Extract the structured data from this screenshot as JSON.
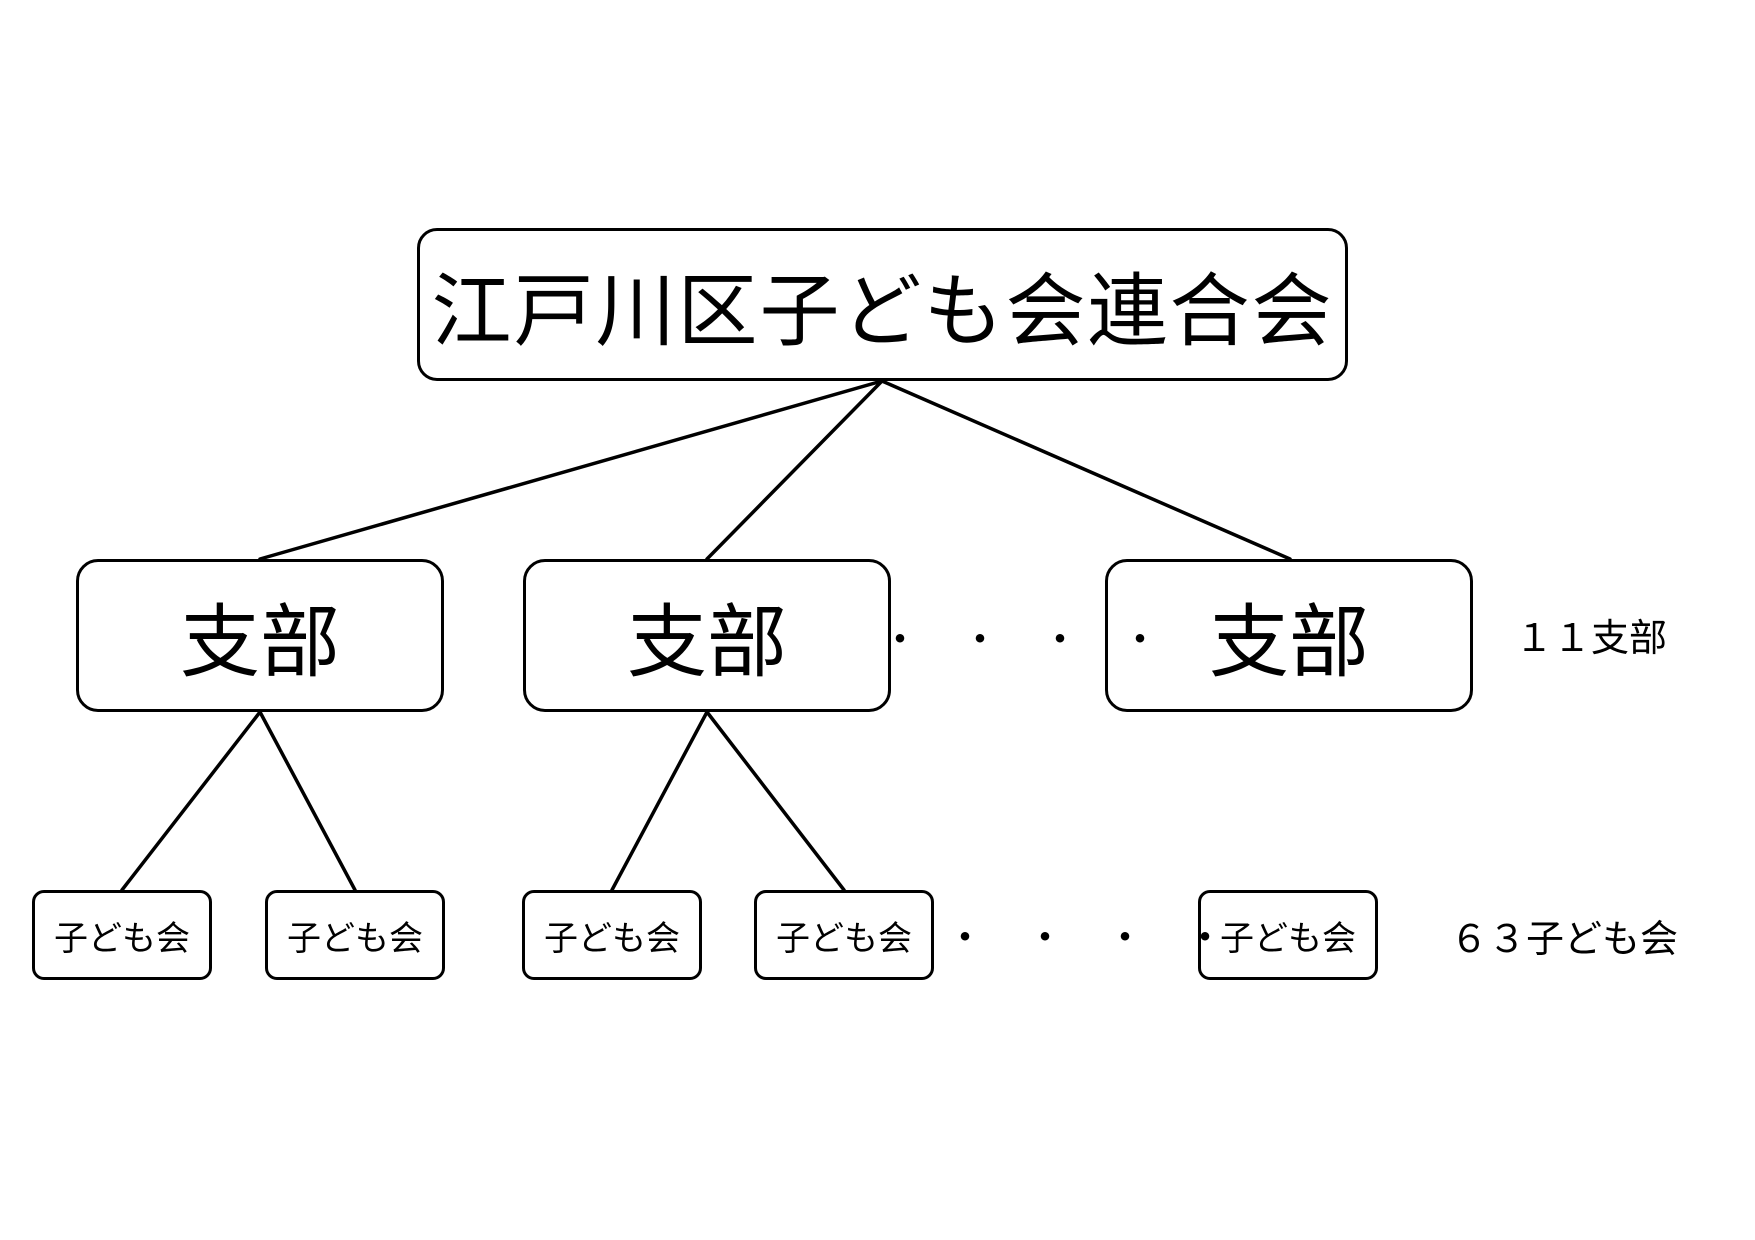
{
  "diagram": {
    "root": {
      "label": "江戸川区子ども会連合会"
    },
    "branches": [
      {
        "label": "支部"
      },
      {
        "label": "支部"
      },
      {
        "label": "支部"
      }
    ],
    "leaves": [
      {
        "label": "子ども会"
      },
      {
        "label": "子ども会"
      },
      {
        "label": "子ども会"
      },
      {
        "label": "子ども会"
      },
      {
        "label": "子ども会"
      }
    ],
    "branch_ellipsis": "・・・・",
    "leaf_ellipsis": "・・・・",
    "branch_count_label": "１１支部",
    "leaf_count_label": "６３子ども会",
    "line_color": "#000000"
  }
}
